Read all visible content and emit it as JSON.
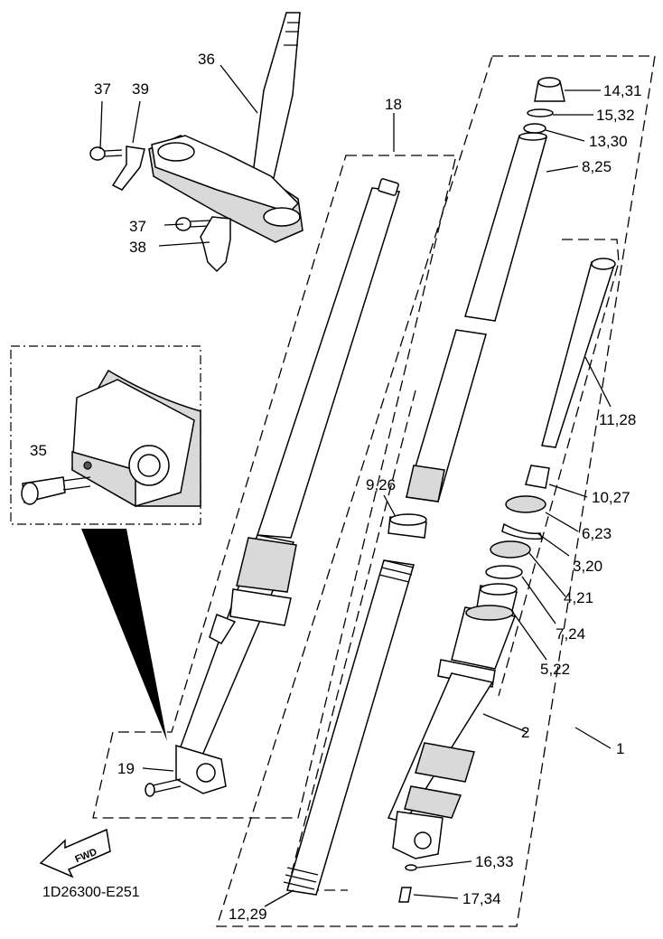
{
  "diagram": {
    "drawing_code": "1D26300-E251",
    "fwd_label": "FWD",
    "callouts": [
      {
        "id": "c36",
        "text": "36"
      },
      {
        "id": "c37a",
        "text": "37"
      },
      {
        "id": "c39",
        "text": "39"
      },
      {
        "id": "c37b",
        "text": "37"
      },
      {
        "id": "c38",
        "text": "38"
      },
      {
        "id": "c18",
        "text": "18"
      },
      {
        "id": "c35",
        "text": "35"
      },
      {
        "id": "c19",
        "text": "19"
      },
      {
        "id": "c12_29",
        "text": "12,29"
      },
      {
        "id": "c9_26",
        "text": "9,26"
      },
      {
        "id": "c14_31",
        "text": "14,31"
      },
      {
        "id": "c15_32",
        "text": "15,32"
      },
      {
        "id": "c13_30",
        "text": "13,30"
      },
      {
        "id": "c8_25",
        "text": "8,25"
      },
      {
        "id": "c11_28",
        "text": "11,28"
      },
      {
        "id": "c10_27",
        "text": "10,27"
      },
      {
        "id": "c6_23",
        "text": "6,23"
      },
      {
        "id": "c3_20",
        "text": "3,20"
      },
      {
        "id": "c4_21",
        "text": "4,21"
      },
      {
        "id": "c7_24",
        "text": "7,24"
      },
      {
        "id": "c5_22",
        "text": "5,22"
      },
      {
        "id": "c2",
        "text": "2"
      },
      {
        "id": "c1",
        "text": "1"
      },
      {
        "id": "c16_33",
        "text": "16,33"
      },
      {
        "id": "c17_34",
        "text": "17,34"
      }
    ]
  }
}
